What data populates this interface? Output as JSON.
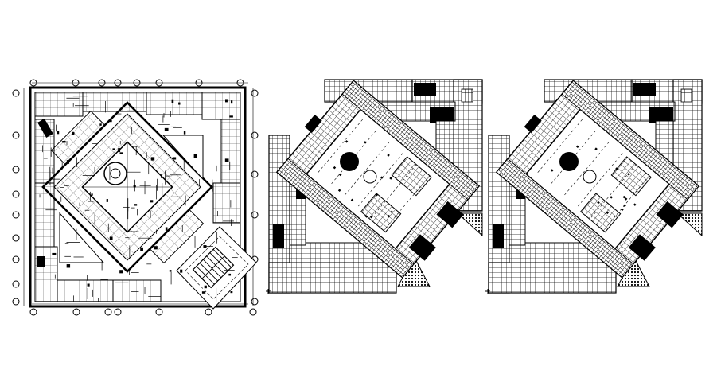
{
  "drawing": {
    "line_color": "#000000",
    "background_color": "#ffffff",
    "gridline_color": "#222222"
  },
  "plans": [
    {
      "id": "plan-1",
      "kind": "dimensioned-floor-plan",
      "has_column_grid_markers": true
    },
    {
      "id": "plan-2",
      "kind": "tiled-floor-plan",
      "has_column_grid_markers": false
    },
    {
      "id": "plan-3",
      "kind": "tiled-floor-plan",
      "has_column_grid_markers": false
    }
  ]
}
